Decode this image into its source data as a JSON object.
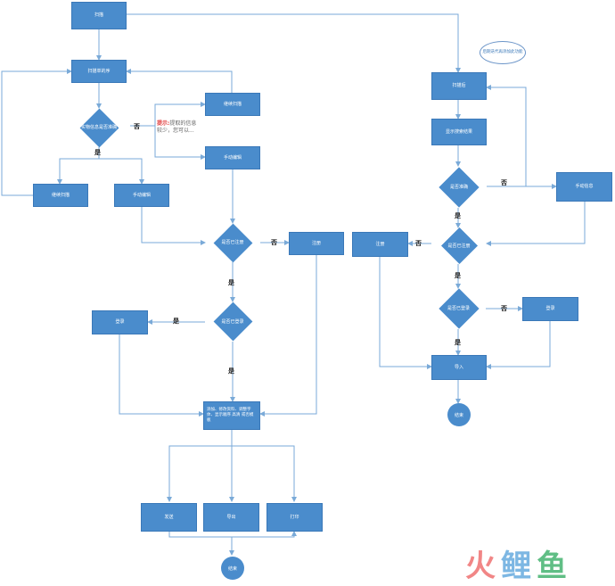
{
  "colors": {
    "node": "#4a8ccc",
    "line": "#7aaad8",
    "highlight": "#e03c3c"
  },
  "nodes": {
    "start": "扫描",
    "scan_serial": "扫描单的序",
    "check_info": "实物信息是否准确",
    "continue_scan_top": "继续扫描",
    "manual_edit_top": "手动编辑",
    "continue_scan_left": "继续扫描",
    "manual_edit_left": "手动编辑",
    "registered_left": "是否已注册",
    "register_left": "注册",
    "logged_left": "是否已登录",
    "login_left": "登录",
    "edit_block": "添加、修改资料、调整字体、显示顺序 高清 或否模板",
    "send": "发送",
    "export": "导出",
    "print": "打印",
    "end_left": "结束",
    "scan_r": "扫描后",
    "show_results": "显示搜索结果",
    "manual_fill_r": "手动信息",
    "accurate_r": "是否准确",
    "registered_r": "是否已注册",
    "register_r": "注册",
    "logged_r": "是否已登录",
    "login_r": "登录",
    "import_r": "导入",
    "end_right": "结束"
  },
  "labels": {
    "yes": "是",
    "no": "否"
  },
  "note": {
    "highlight": "提示:",
    "text1": "提取的信息",
    "text2": "较少，您可以..."
  },
  "bubble": "后期迭代再添加此功能",
  "watermark": {
    "part1": "火",
    "part2": "鲤",
    "part3": "鱼"
  }
}
